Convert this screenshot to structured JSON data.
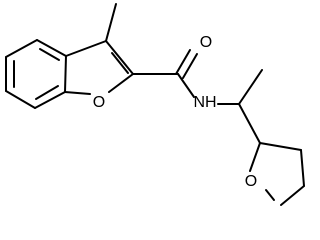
{
  "molecule": {
    "atom_labels": {
      "carbonyl_oxygen": "O",
      "furan_oxygen": "O",
      "amide_nh": "NH",
      "thf_oxygen": "O"
    }
  }
}
